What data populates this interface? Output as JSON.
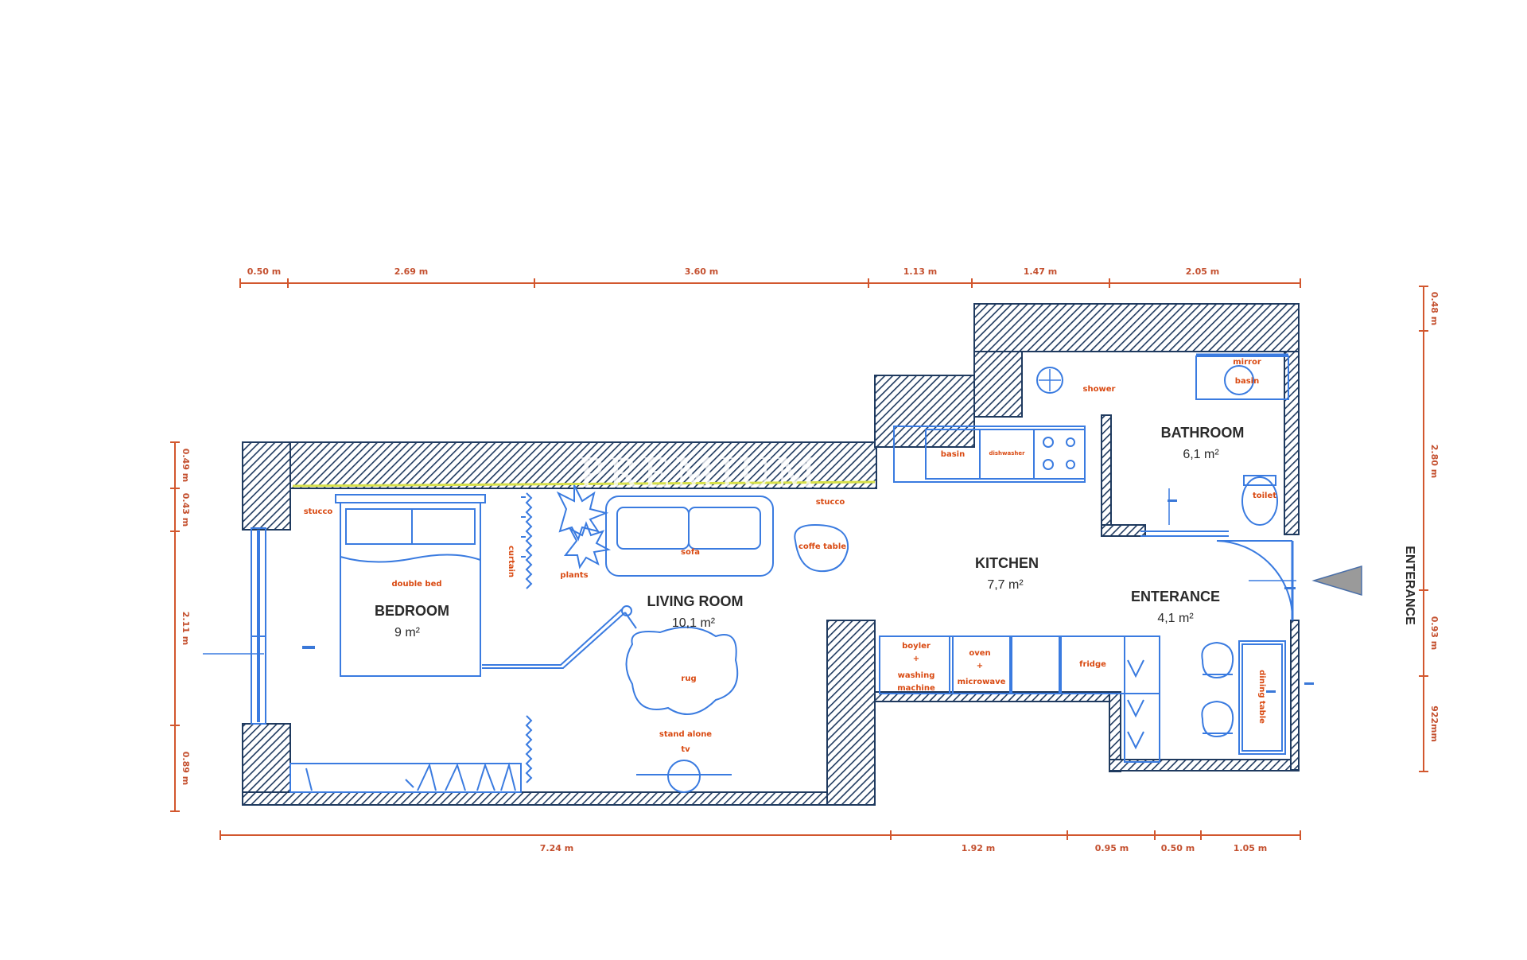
{
  "watermark": "PREMIUM",
  "dimensions": {
    "top": [
      "0.50 m",
      "2.69 m",
      "3.60 m",
      "1.13 m",
      "1.47 m",
      "2.05 m"
    ],
    "bottom": [
      "7.24 m",
      "1.92 m",
      "0.95 m",
      "0.50 m",
      "1.05 m"
    ],
    "left": [
      "0.49 m",
      "0.43 m",
      "2.11 m",
      "0.89 m"
    ],
    "right": [
      "0.48 m",
      "2.80 m",
      "0.93 m",
      "922mm"
    ]
  },
  "rooms": {
    "bedroom": {
      "name": "BEDROOM",
      "area": "9 m²"
    },
    "living": {
      "name": "LIVING ROOM",
      "area": "10,1 m²"
    },
    "kitchen": {
      "name": "KITCHEN",
      "area": "7,7 m²"
    },
    "bathroom": {
      "name": "BATHROOM",
      "area": "6,1 m²"
    },
    "entrance": {
      "name": "ENTERANCE",
      "area": "4,1 m²"
    }
  },
  "labels": {
    "stucco_left": "stucco",
    "stucco_right": "stucco",
    "double_bed": "double bed",
    "curtain": "curtain",
    "plants": "plants",
    "sofa": "sofa",
    "coffee_table": "coffe table",
    "rug": "rug",
    "tv_line1": "stand alone",
    "tv_line2": "tv",
    "shower": "shower",
    "mirror": "mirror",
    "bath_basin": "basin",
    "toilet": "toilet",
    "kitchen_basin": "basin",
    "dishwasher": "dishwasher",
    "boyler_1": "boyler",
    "boyler_2": "+",
    "boyler_3": "washing",
    "boyler_4": "machine",
    "oven_1": "oven",
    "oven_2": "+",
    "oven_3": "microwave",
    "fridge": "fridge",
    "dining_table": "dining table",
    "entrance_side": "ENTERANCE"
  },
  "colors": {
    "wall": "#1f3a5f",
    "furniture": "#3a7be0",
    "dimension": "#d2572e",
    "label": "#d94a12",
    "stucco": "#d6e04a",
    "arrow": "#9a9a9a"
  }
}
